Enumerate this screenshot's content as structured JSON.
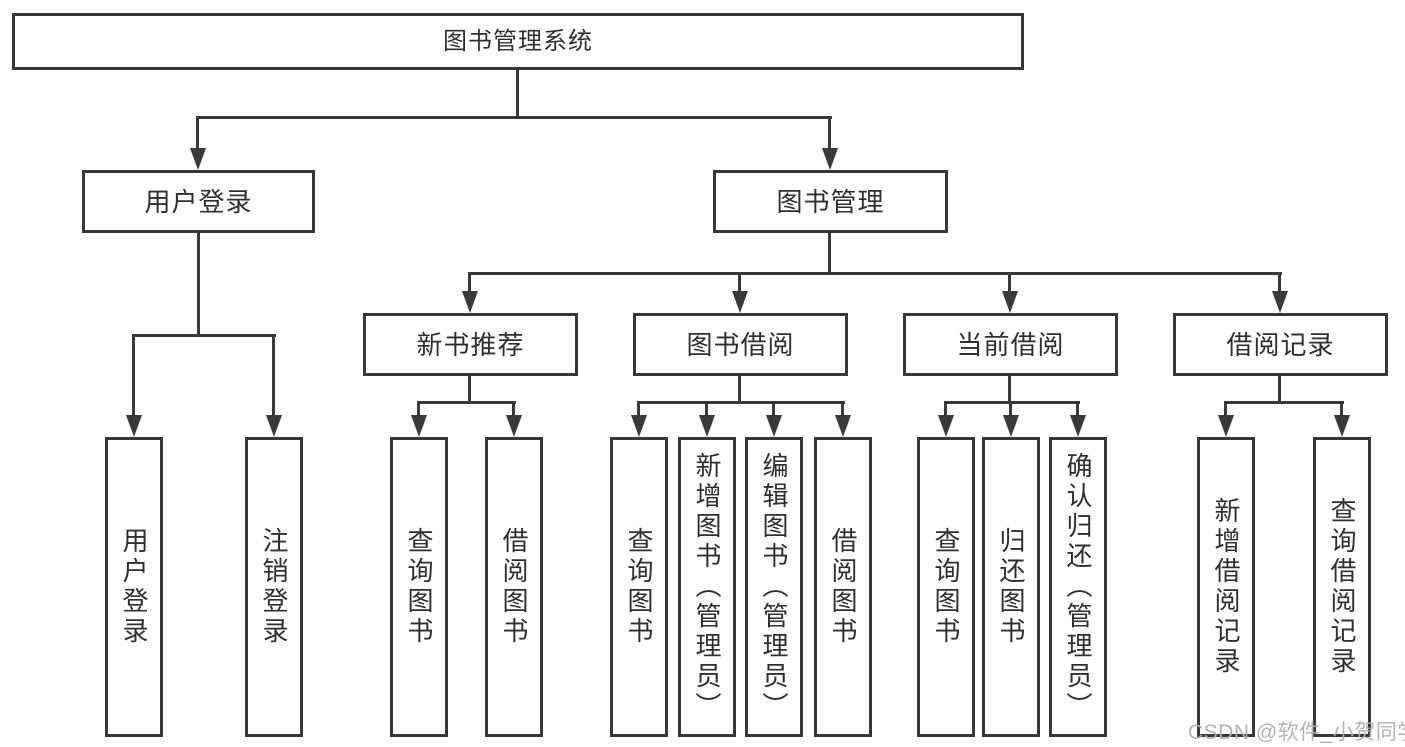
{
  "watermark": "CSDN @软件_小贺同学",
  "colors": {
    "line": "#3a3a3a",
    "border": "#383838",
    "text": "#2f2f2f",
    "watermark": "#afafaf",
    "background": "#ffffff"
  },
  "tree": {
    "root": {
      "label": "图书管理系统"
    },
    "branches": {
      "user_login": {
        "label": "用户登录",
        "children": {
          "login": {
            "label": "用户登录"
          },
          "logout": {
            "label": "注销登录"
          }
        }
      },
      "book_management": {
        "label": "图书管理",
        "children": {
          "new_book_rec": {
            "label": "新书推荐",
            "children": {
              "query_books": {
                "label": "查询图书"
              },
              "borrow_books": {
                "label": "借阅图书"
              }
            }
          },
          "book_borrowing": {
            "label": "图书借阅",
            "children": {
              "query_books": {
                "label": "查询图书"
              },
              "add_books": {
                "label": "新增图书（管理员）"
              },
              "edit_books": {
                "label": "编辑图书（管理员）"
              },
              "borrow_books": {
                "label": "借阅图书"
              }
            }
          },
          "current_borrowing": {
            "label": "当前借阅",
            "children": {
              "query_books": {
                "label": "查询图书"
              },
              "return_books": {
                "label": "归还图书"
              },
              "confirm_return": {
                "label": "确认归还（管理员）"
              }
            }
          },
          "borrowing_records": {
            "label": "借阅记录",
            "children": {
              "add_record": {
                "label": "新增借阅记录"
              },
              "query_record": {
                "label": "查询借阅记录"
              }
            }
          }
        }
      }
    }
  }
}
